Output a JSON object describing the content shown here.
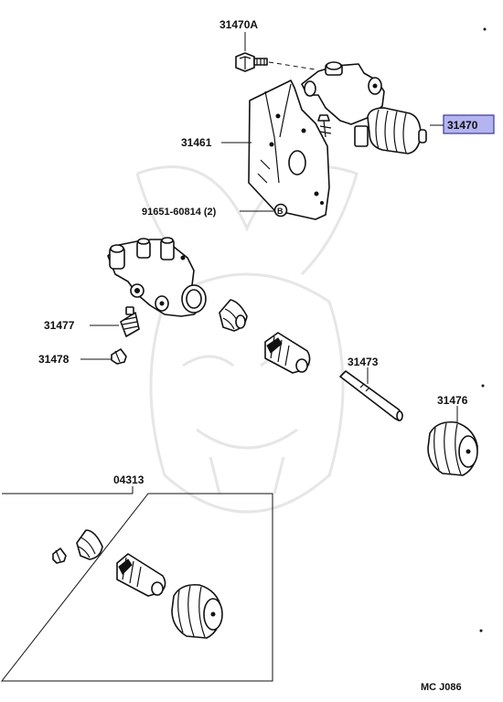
{
  "labels": {
    "p31470A": "31470A",
    "p31470": "31470",
    "p31461": "31461",
    "p91651": "91651-60814 (2)",
    "pB": "B",
    "p31477": "31477",
    "p31478": "31478",
    "p31473": "31473",
    "p31476": "31476",
    "p04313": "04313",
    "code": "MC J086"
  },
  "colors": {
    "highlight_fill": "#b4b4f0",
    "highlight_border": "#3838a0",
    "ink": "#111111",
    "watermark": "#e6e6e6"
  }
}
